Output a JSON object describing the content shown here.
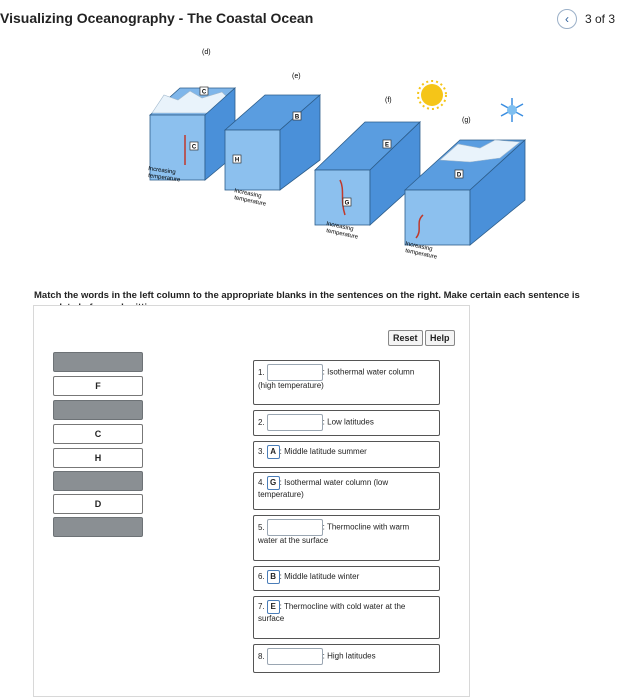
{
  "header": {
    "title": "Visualizing Oceanography - The Coastal Ocean",
    "page_indicator": "3 of 3",
    "back_icon": "chevron-left-icon"
  },
  "figure": {
    "panel_labels": [
      "(d)",
      "(e)",
      "(f)",
      "(g)"
    ],
    "axis_texts": [
      [
        "Increasing",
        "temperature"
      ],
      [
        "Increasing",
        "temperature"
      ],
      [
        "Increasing",
        "temperature"
      ],
      [
        "Increasing",
        "temperature"
      ]
    ],
    "marker_letters": [
      "C",
      "C",
      "H",
      "B",
      "E",
      "G",
      "D"
    ],
    "colors": {
      "water_top": "#4a90d9",
      "water_side": "#7fb6ea",
      "ice": "#e9f3fb",
      "sun": "#f5c518",
      "snowflake": "#3a8de0"
    }
  },
  "instructions": "Match the words in the left column to the appropriate blanks in the sentences on the right. Make certain each sentence is complete before submitting your answer.",
  "toolbar": {
    "reset_label": "Reset",
    "help_label": "Help"
  },
  "word_bank": [
    {
      "label": "",
      "state": "empty"
    },
    {
      "label": "F",
      "state": "filled"
    },
    {
      "label": "",
      "state": "empty"
    },
    {
      "label": "C",
      "state": "filled"
    },
    {
      "label": "H",
      "state": "filled"
    },
    {
      "label": "",
      "state": "empty"
    },
    {
      "label": "D",
      "state": "filled"
    },
    {
      "label": "",
      "state": "empty"
    }
  ],
  "sentences": [
    {
      "num": "1.",
      "answer": "",
      "text": ": Isothermal water column",
      "cont": "(high temperature)"
    },
    {
      "num": "2.",
      "answer": "",
      "text": ": Low latitudes",
      "cont": ""
    },
    {
      "num": "3.",
      "answer": "A",
      "text": ": Middle latitude summer",
      "cont": ""
    },
    {
      "num": "4.",
      "answer": "G",
      "text": ": Isothermal water column (low",
      "cont": "temperature)"
    },
    {
      "num": "5.",
      "answer": "",
      "text": ": Thermocline with warm",
      "cont": "water at the surface"
    },
    {
      "num": "6.",
      "answer": "B",
      "text": ": Middle latitude winter",
      "cont": ""
    },
    {
      "num": "7.",
      "answer": "E",
      "text": ": Thermocline with cold water at the",
      "cont": "surface"
    },
    {
      "num": "8.",
      "answer": "",
      "text": ": High latitudes",
      "cont": ""
    }
  ]
}
